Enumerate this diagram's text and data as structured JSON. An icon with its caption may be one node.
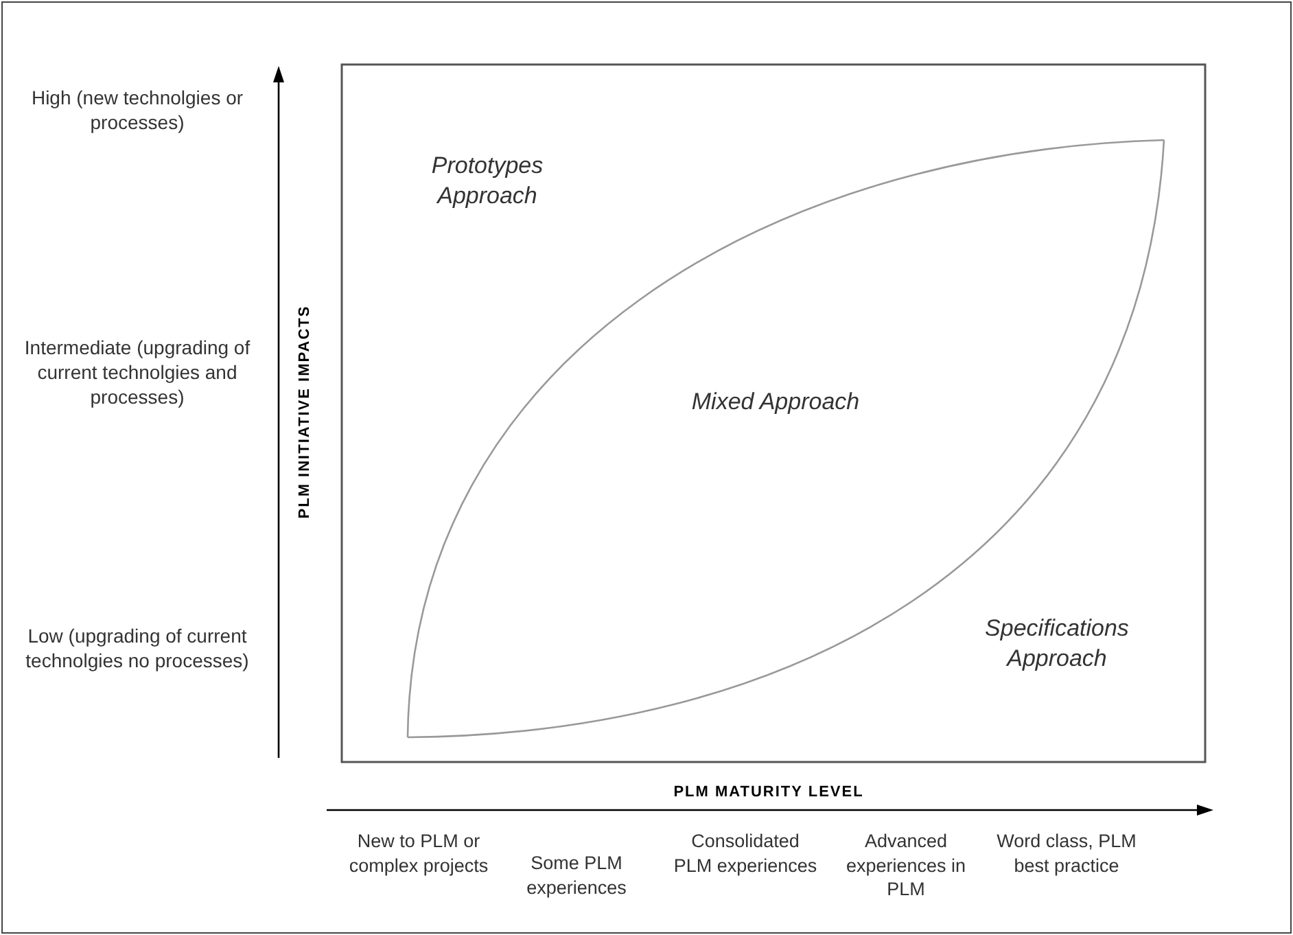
{
  "diagram": {
    "labels": [
      "High (new technolgies or processes)",
      "Intermediate (upgrading of current technolgies and processes)",
      "Low (upgrading of current technolgies no processes)",
      "PLM INITIATIVE IMPACTS",
      "Prototypes Approach",
      "Mixed Approach",
      "Specifications Approach",
      "PLM MATURITY LEVEL",
      "New to PLM or complex projects",
      "Some PLM experiences",
      "Consolidated PLM experiences",
      "Advanced experiences in PLM",
      "Word class, PLM best practice"
    ]
  }
}
